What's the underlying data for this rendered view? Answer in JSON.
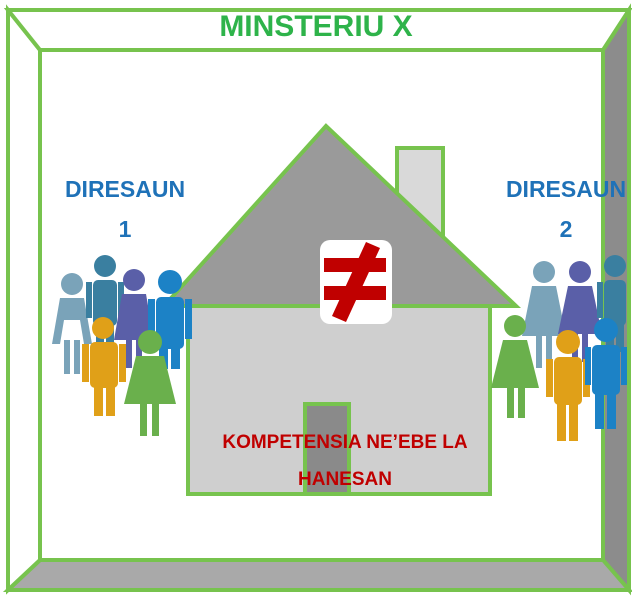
{
  "title": "MINSTERIU X",
  "department_1": {
    "label": "DIRESAUN",
    "number": "1"
  },
  "department_2": {
    "label": "DIRESAUN",
    "number": "2"
  },
  "competency_note": "KOMPETENSIA NE’EBE LA HANESAN",
  "symbol": "not-equal-icon",
  "colors": {
    "frame_green": "#77c34e",
    "title_green": "#2eb34a",
    "label_blue": "#1f72b8",
    "note_red": "#c00000",
    "roof_grey": "#9a9a9a",
    "wall_grey": "#c8c8c8"
  }
}
